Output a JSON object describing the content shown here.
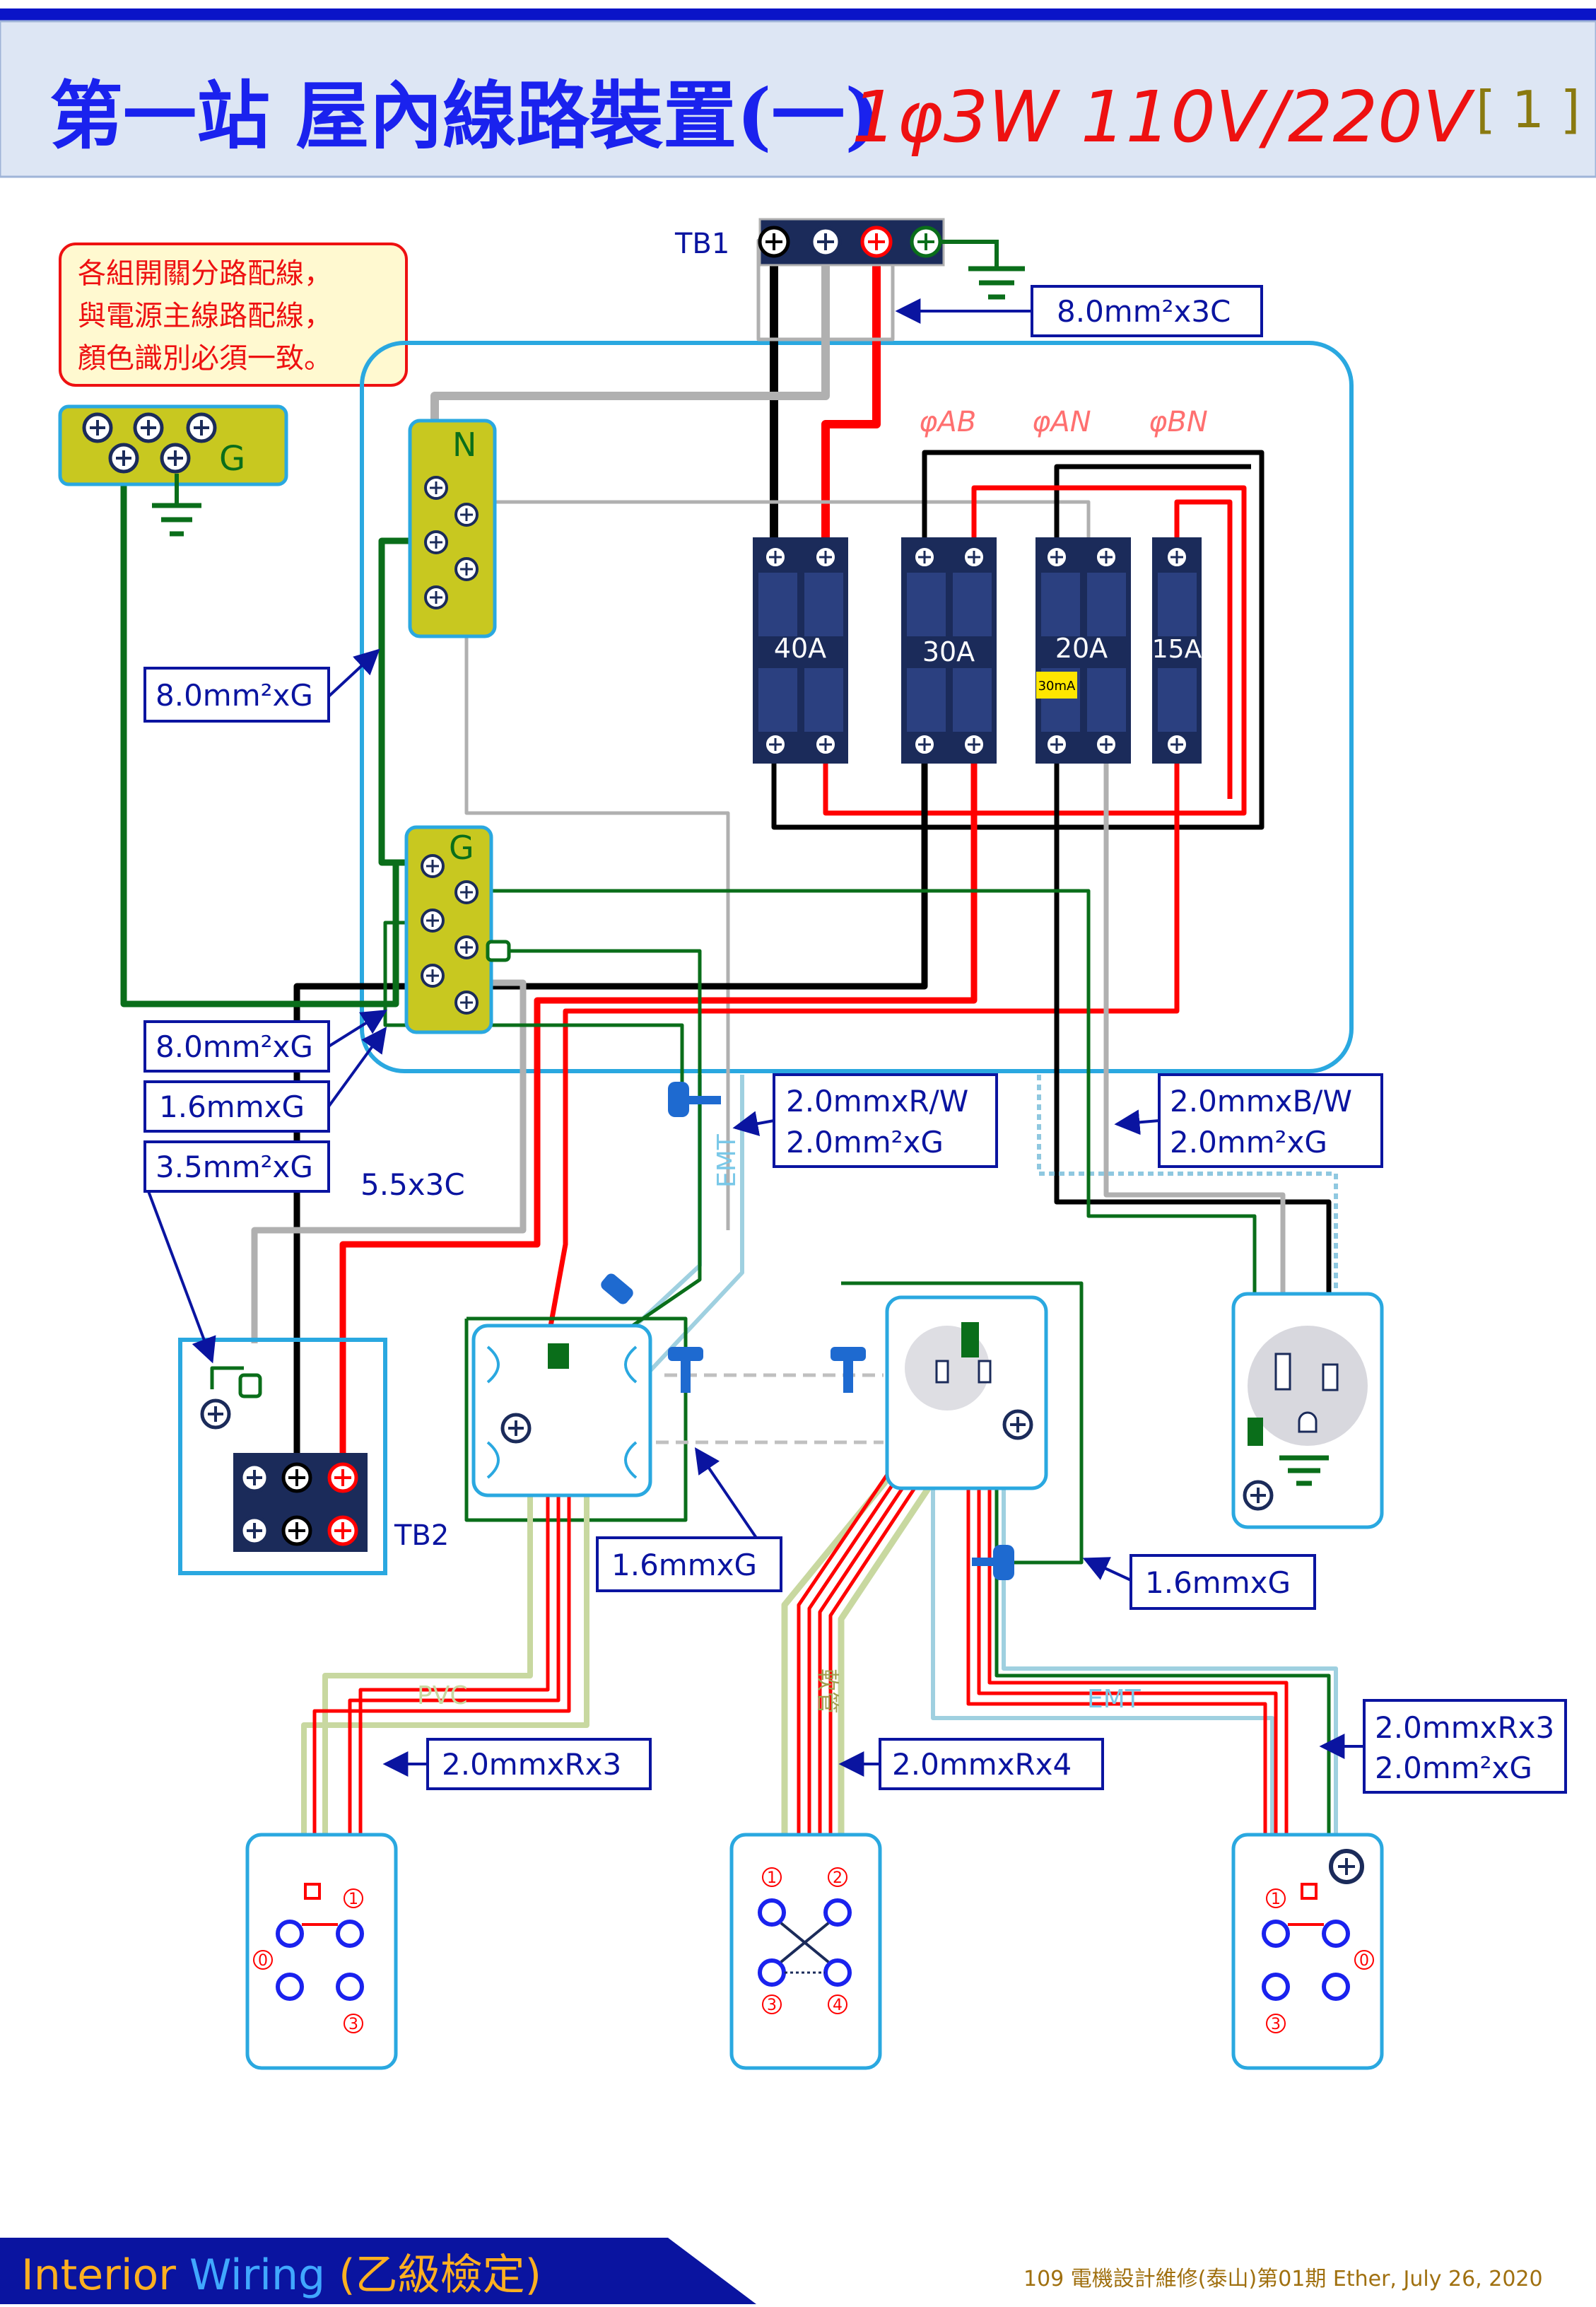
{
  "header": {
    "title_main": "第一站 屋內線路裝置(一)",
    "title_spec": "1φ3W 110V/220V",
    "page_marker": "[ 1 ]"
  },
  "note": {
    "lines": [
      "各組開關分路配線，",
      "與電源主線路配線，",
      "顏色識別必須一致。"
    ]
  },
  "terminals": {
    "tb1": "TB1",
    "tb2": "TB2",
    "neutral_bar": "N",
    "ground_bar": "G",
    "ground_bar_left": "G"
  },
  "breaker_labels": {
    "phase_ab": "φAB",
    "phase_an": "φAN",
    "phase_bn": "φBN"
  },
  "breakers": [
    {
      "rating": "40A"
    },
    {
      "rating": "30A"
    },
    {
      "rating": "20A",
      "rcd": "30mA"
    },
    {
      "rating": "15A"
    }
  ],
  "callouts": {
    "tb1_cable": "8.0mm²x3C",
    "ground_main": "8.0mm²xG",
    "ground_main2": "8.0mm²xG",
    "ground_16": "1.6mmxG",
    "ground_35": "3.5mm²xG",
    "cable_55": "5.5x3C",
    "emt_left_l1": "2.0mmxR/W",
    "emt_left_l2": "2.0mm²xG",
    "emt_right_l1": "2.0mmxB/W",
    "emt_right_l2": "2.0mm²xG",
    "box_ground": "1.6mmxG",
    "outlet_ground": "1.6mmxG",
    "sw_left": "2.0mmxRx3",
    "sw_mid": "2.0mmxRx4",
    "sw_right_l1": "2.0mmxRx3",
    "sw_right_l2": "2.0mm²xG"
  },
  "conduit_labels": {
    "emt_top": "EMT",
    "pvc": "PVC",
    "flex": "軟管",
    "emt_bottom": "EMT"
  },
  "switch_terminals": {
    "left": [
      "0",
      "1",
      "3"
    ],
    "middle": [
      "1",
      "2",
      "3",
      "4"
    ],
    "right": [
      "1",
      "0",
      "3"
    ]
  },
  "footer": {
    "brand_a": "Interior ",
    "brand_b": "Wiring ",
    "brand_c": "(乙級檢定)",
    "credit": "109 電機設計維修(泰山)第01期 Ether, July 26, 2020"
  },
  "colors": {
    "header_bar": "#0a14c8",
    "header_bg": "#dde6f4",
    "title_blue": "#1a22ee",
    "title_red": "#ee1111",
    "marker": "#8a7a10",
    "panel_outline": "#2aa8e0",
    "breaker": "#1b2b5a",
    "bus_bar": "#c8c820",
    "wire_red": "#ff0000",
    "wire_black": "#000000",
    "wire_gray": "#b0b0b0",
    "wire_green": "#0a6e1a",
    "callout": "#0a14a0",
    "note_border": "#ee1111",
    "note_bg": "#fff9d0",
    "footer_bg": "#0a14a0"
  }
}
